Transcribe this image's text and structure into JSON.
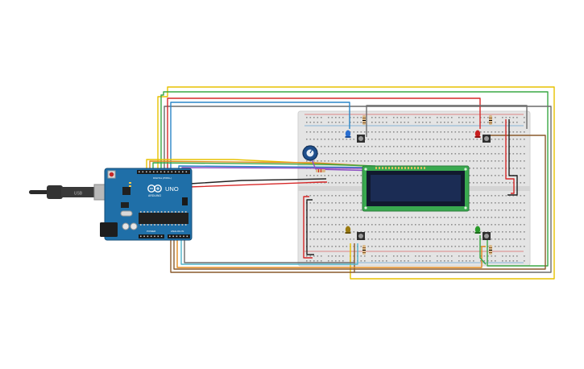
{
  "board": {
    "logo_text": "UNO",
    "brand_text": "ARDUINO",
    "header_digital": "DIGITAL (PWM~)",
    "header_power": "POWER",
    "header_analog": "ANALOG IN",
    "usb_label": "USB"
  },
  "colors": {
    "board": "#1f6fa8",
    "breadboard": "#e4e4e4",
    "lcd_pcb": "#39a94f",
    "lcd_screen": "#1b2c54",
    "wire_red": "#d62828",
    "wire_black": "#222222",
    "wire_blue": "#2a86c8",
    "wire_green": "#3aa845",
    "wire_yellow": "#e7c100",
    "wire_orange": "#e08a1e",
    "wire_brown": "#8a5a2b",
    "wire_gray": "#6c6c6c",
    "wire_cyan": "#4fb3c9",
    "wire_purple": "#8d4fc2"
  },
  "components": [
    {
      "name": "led-blue",
      "color": "#2a6fd1"
    },
    {
      "name": "led-red",
      "color": "#c81e1e"
    },
    {
      "name": "led-yellow",
      "color": "#9a7a10"
    },
    {
      "name": "led-green",
      "color": "#2a9a2a"
    }
  ]
}
